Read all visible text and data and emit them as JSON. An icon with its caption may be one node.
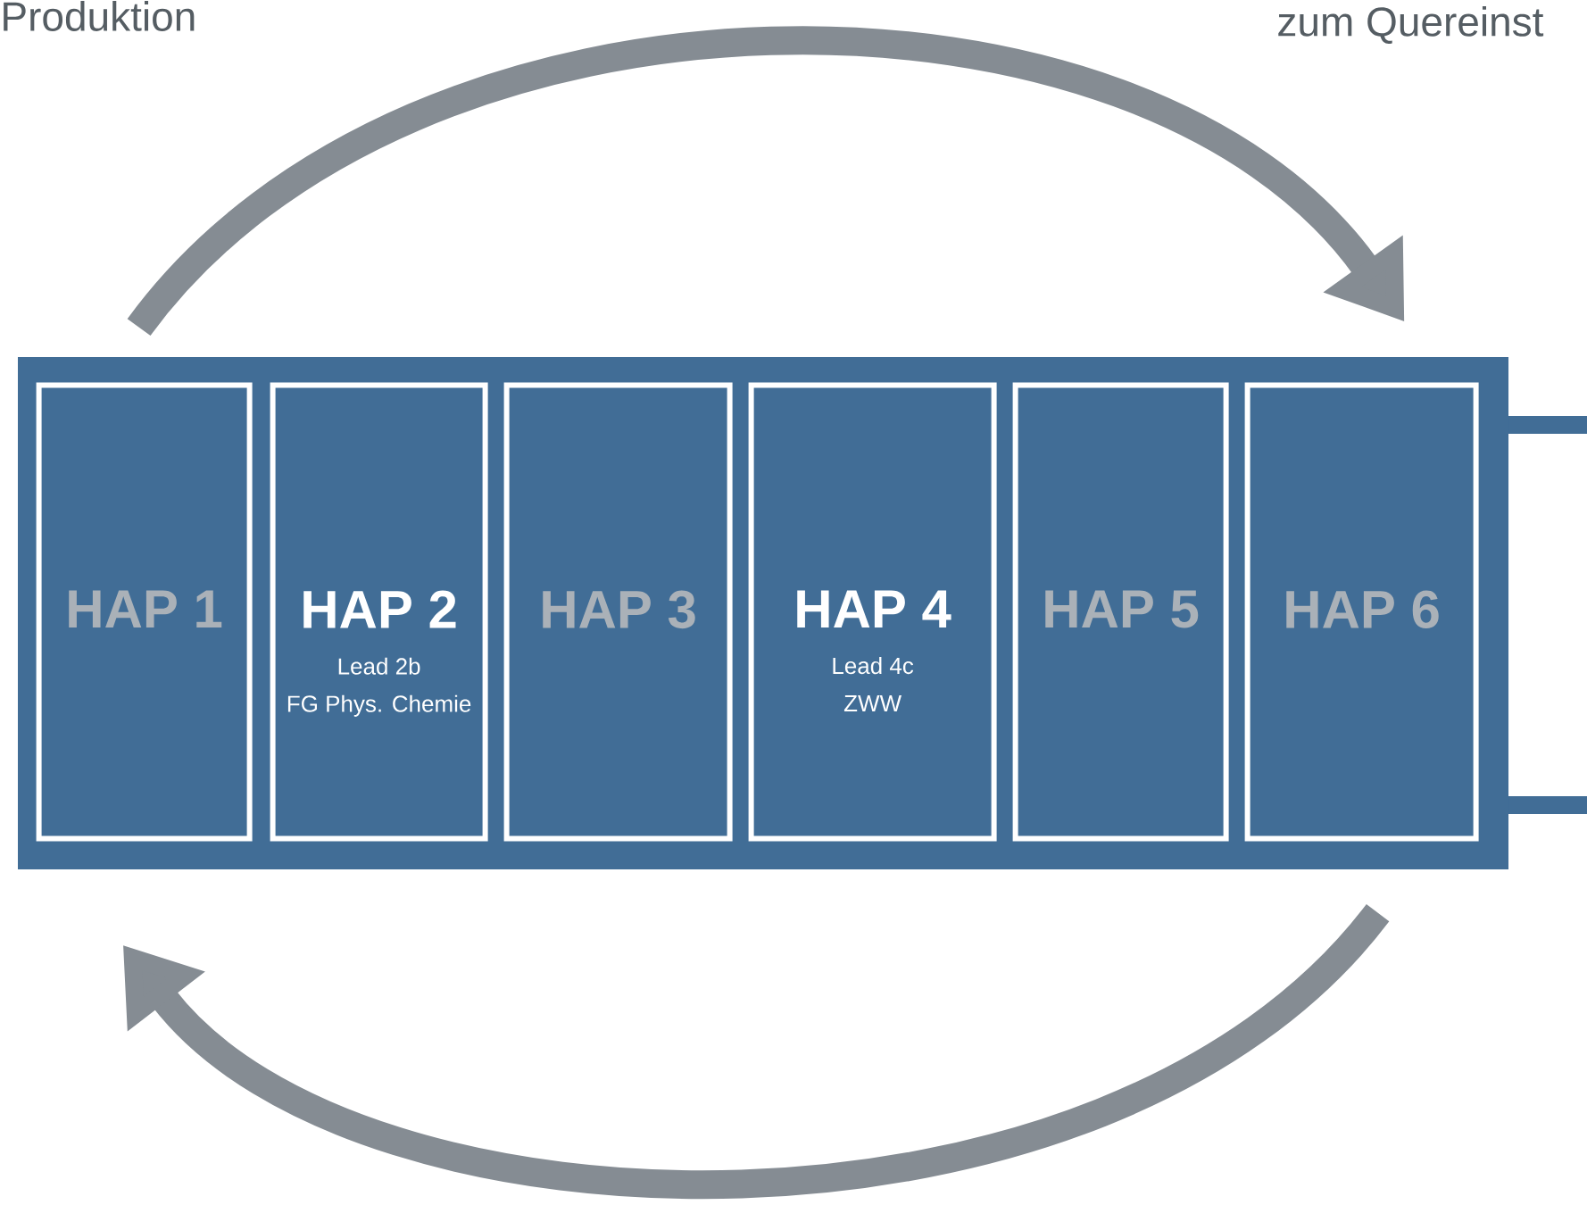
{
  "diagram": {
    "nodes": [
      {
        "text": [],
        "shape": "box"
      },
      {
        "text": [
          "HAP 1"
        ],
        "in": 0
      },
      {
        "text": [
          "HAP 2",
          "Lead 2b",
          "FG Phys. Chemie"
        ],
        "in": 0
      },
      {
        "text": [
          "HAP 3"
        ],
        "in": 0
      },
      {
        "text": [
          "HAP 4",
          "Lead 4c",
          "ZWW"
        ],
        "in": 0
      },
      {
        "text": [
          "HAP 5"
        ],
        "in": 0
      },
      {
        "text": [
          "HAP 6"
        ],
        "in": 0
      }
    ],
    "edges": [
      {
        "from": 1,
        "to": 6,
        "arrow": "to"
      },
      {
        "from": 6,
        "to": 1,
        "arrow": "to"
      }
    ],
    "labels": [
      "Produktion",
      "zum Quereinst"
    ]
  }
}
